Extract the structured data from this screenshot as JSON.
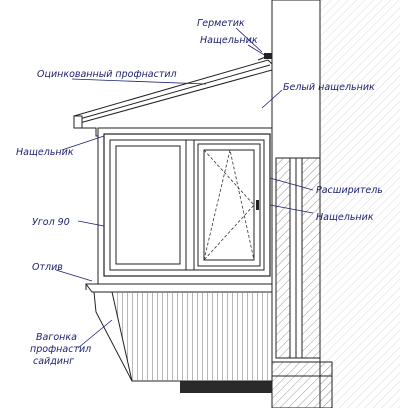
{
  "labels": {
    "hermetic": "Герметик",
    "flashing_top": "Нащельник",
    "roofing": "Оцинкованный профнастил",
    "white_flashing": "Белый нащельник",
    "flashing_left": "Нащельник",
    "extender": "Расширитель",
    "flashing_right": "Нащельник",
    "angle": "Угол 90",
    "drip": "Отлив",
    "cladding_1": "Вагонка",
    "cladding_2": "профнастил",
    "cladding_3": "сайдинг"
  },
  "colors": {
    "label": "#1a1f6e",
    "line": "#222222"
  }
}
